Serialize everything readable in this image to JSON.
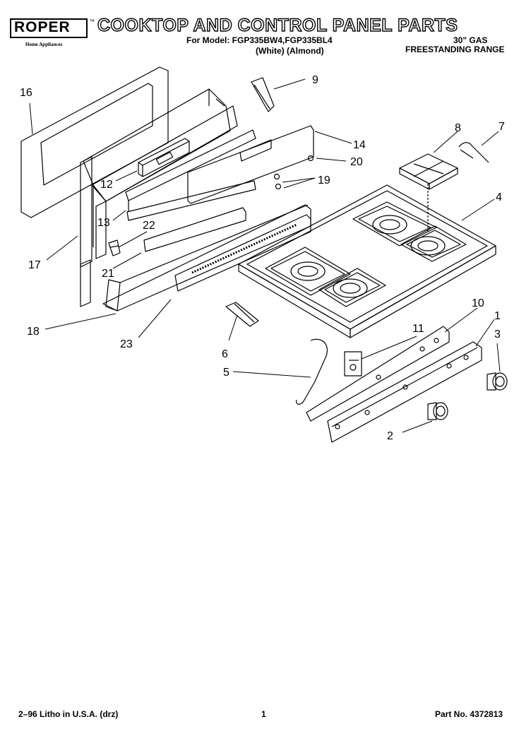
{
  "header": {
    "brand": "ROPER",
    "brand_sub": "Home Appliances",
    "trademark": "™",
    "title": "COOKTOP AND CONTROL PANEL PARTS",
    "model_line": "For Model: FGP335BW4,FGP335BL4",
    "color_line": "(White)   (Almond)",
    "range_size": "30\" GAS",
    "range_type": "FREESTANDING RANGE"
  },
  "callouts": [
    {
      "id": "c16",
      "label": "16"
    },
    {
      "id": "c9",
      "label": "9"
    },
    {
      "id": "c14",
      "label": "14"
    },
    {
      "id": "c20",
      "label": "20"
    },
    {
      "id": "c19",
      "label": "19"
    },
    {
      "id": "c12",
      "label": "12"
    },
    {
      "id": "c13",
      "label": "13"
    },
    {
      "id": "c22",
      "label": "22"
    },
    {
      "id": "c21",
      "label": "21"
    },
    {
      "id": "c17",
      "label": "17"
    },
    {
      "id": "c18",
      "label": "18"
    },
    {
      "id": "c23",
      "label": "23"
    },
    {
      "id": "c8",
      "label": "8"
    },
    {
      "id": "c7",
      "label": "7"
    },
    {
      "id": "c4",
      "label": "4"
    },
    {
      "id": "c10",
      "label": "10"
    },
    {
      "id": "c1",
      "label": "1"
    },
    {
      "id": "c11",
      "label": "11"
    },
    {
      "id": "c3",
      "label": "3"
    },
    {
      "id": "c6",
      "label": "6"
    },
    {
      "id": "c5",
      "label": "5"
    },
    {
      "id": "c2",
      "label": "2"
    }
  ],
  "footer": {
    "litho": "2–96 Litho in U.S.A. (drz)",
    "page": "1",
    "part_no": "Part No. 4372813"
  }
}
